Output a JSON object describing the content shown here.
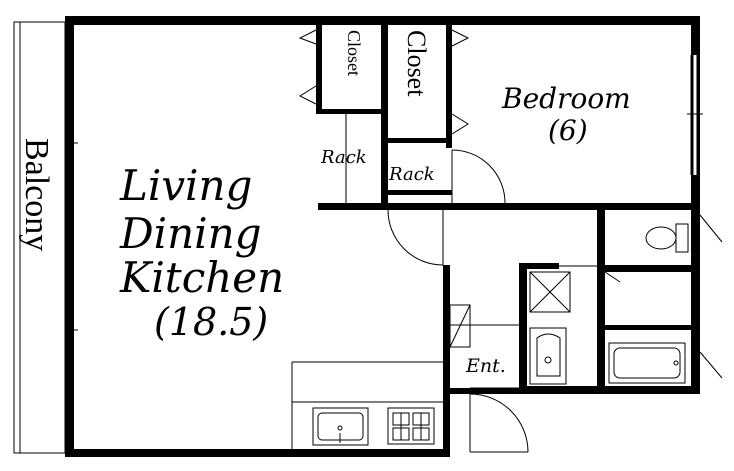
{
  "rooms": {
    "balcony": "Balcony",
    "ldk_line1": "Living",
    "ldk_line2": "Dining",
    "ldk_line3": "Kitchen",
    "ldk_size": "(18.5)",
    "bedroom": "Bedroom",
    "bedroom_size": "(6)",
    "closet_1": "Closet",
    "closet_2": "Closet",
    "rack_1": "Rack",
    "rack_2": "Rack",
    "entrance": "Ent."
  },
  "colors": {
    "wall": "#000000",
    "background": "#ffffff",
    "line": "#000000"
  }
}
